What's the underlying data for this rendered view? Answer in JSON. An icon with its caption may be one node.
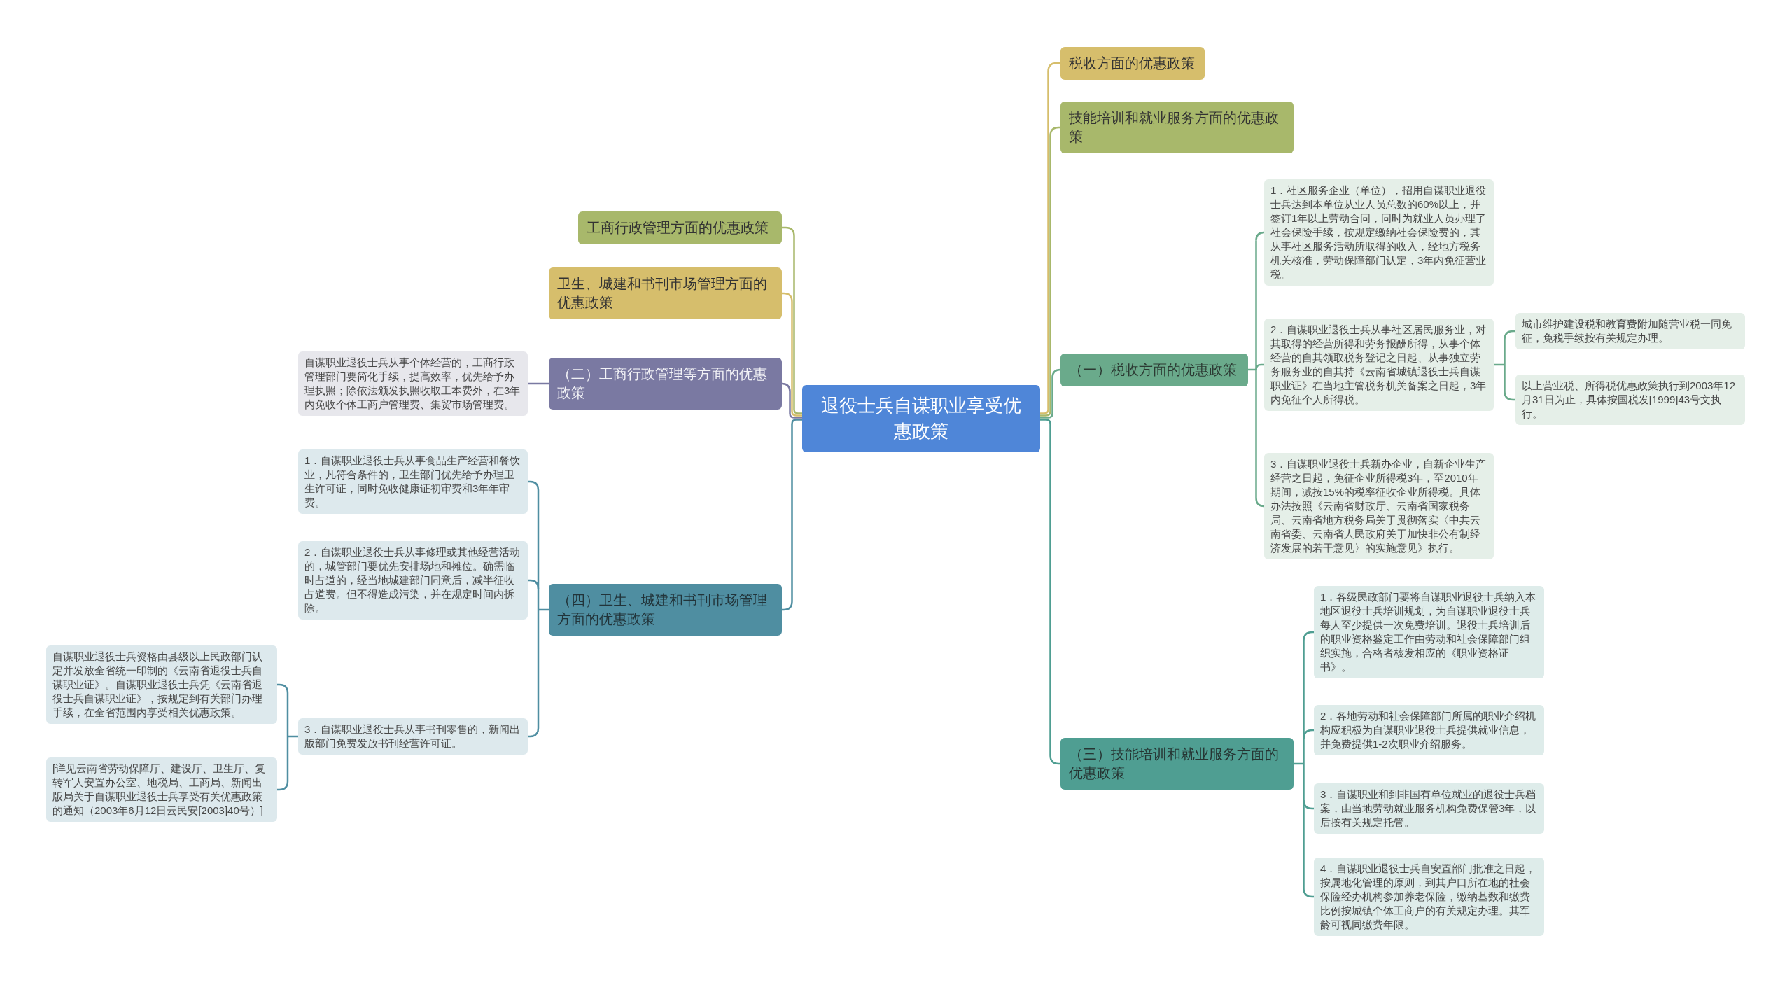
{
  "diagram": {
    "nodes": [
      {
        "text": [
          "退役士兵自谋职业享受优惠政策"
        ]
      },
      {
        "text": [
          "税收方面的优惠政策"
        ]
      },
      {
        "text": [
          "技能培训和就业服务方面的优惠政策"
        ]
      },
      {
        "text": [
          "（一）税收方面的优惠政策"
        ]
      },
      {
        "text": [
          "1．社区服务企业（单位），招用自谋职业退役士兵达到本单位从业人员总数的60%以上，并签订1年以上劳动合同，同时为就业人员办理了社会保险手续，按规定缴纳社会保险费的，其从事社区服务活动所取得的收入，经地方税务机关核准，劳动保障部门认定，3年内免征营业税。"
        ]
      },
      {
        "text": [
          "2．自谋职业退役士兵从事社区居民服务业，对其取得的经营所得和劳务报酬所得，从事个体经营的自其领取税务登记之日起、从事独立劳务服务业的自其持《云南省城镇退役士兵自谋职业证》在当地主管税务机关备案之日起，3年内免征个人所得税。"
        ]
      },
      {
        "text": [
          "城市维护建设税和教育费附加随营业税一同免征，免税手续按有关规定办理。"
        ]
      },
      {
        "text": [
          "以上营业税、所得税优惠政策执行到2003年12月31日为止，具体按国税发[1999]43号文执行。"
        ]
      },
      {
        "text": [
          "3．自谋职业退役士兵新办企业，自新企业生产经营之日起，免征企业所得税3年，至2010年期间，减按15%的税率征收企业所得税。具体办法按照《云南省财政厅、云南省国家税务局、云南省地方税务局关于贯彻落实〈中共云南省委、云南省人民政府关于加快非公有制经济发展的若干意见〉的实施意见》执行。"
        ]
      },
      {
        "text": [
          "（三）技能培训和就业服务方面的优惠政策"
        ]
      },
      {
        "text": [
          "1．各级民政部门要将自谋职业退役士兵纳入本地区退役士兵培训规划，为自谋职业退役士兵每人至少提供一次免费培训。退役士兵培训后的职业资格鉴定工作由劳动和社会保障部门组织实施，合格者核发相应的《职业资格证书》。"
        ]
      },
      {
        "text": [
          "2．各地劳动和社会保障部门所属的职业介绍机构应积极为自谋职业退役士兵提供就业信息，并免费提供1-2次职业介绍服务。"
        ]
      },
      {
        "text": [
          "3．自谋职业和到非国有单位就业的退役士兵档案，由当地劳动就业服务机构免费保管3年，以后按有关规定托管。"
        ]
      },
      {
        "text": [
          "4．自谋职业退役士兵自安置部门批准之日起，按属地化管理的原则，到其户口所在地的社会保险经办机构参加养老保险，缴纳基数和缴费比例按城镇个体工商户的有关规定办理。其军龄可视同缴费年限。"
        ]
      },
      {
        "text": [
          "工商行政管理方面的优惠政策"
        ]
      },
      {
        "text": [
          "卫生、城建和书刊市场管理方面的优惠政策"
        ]
      },
      {
        "text": [
          "（二）工商行政管理等方面的优惠政策"
        ]
      },
      {
        "text": [
          "自谋职业退役士兵从事个体经营的，工商行政管理部门要简化手续，提高效率，优先给予办理执照；除依法颁发执照收取工本费外，在3年内免收个体工商户管理费、集贸市场管理费。"
        ]
      },
      {
        "text": [
          "（四）卫生、城建和书刊市场管理方面的优惠政策"
        ]
      },
      {
        "text": [
          "1．自谋职业退役士兵从事食品生产经营和餐饮业，凡符合条件的，卫生部门优先给予办理卫生许可证，同时免收健康证初审费和3年年审费。"
        ]
      },
      {
        "text": [
          "2．自谋职业退役士兵从事修理或其他经营活动的，城管部门要优先安排场地和摊位。确需临时占道的，经当地城建部门同意后，减半征收占道费。但不得造成污染，并在规定时间内拆除。"
        ]
      },
      {
        "text": [
          "3．自谋职业退役士兵从事书刊零售的，新闻出版部门免费发放书刊经营许可证。"
        ]
      },
      {
        "text": [
          "自谋职业退役士兵资格由县级以上民政部门认定并发放全省统一印制的《云南省退役士兵自谋职业证》。自谋职业退役士兵凭《云南省退役士兵自谋职业证》，按规定到有关部门办理手续，在全省范围内享受相关优惠政策。"
        ]
      },
      {
        "text": [
          "[详见云南省劳动保障厅、建设厅、卫生厅、复转军人安置办公室、地税局、工商局、新闻出版局关于自谋职业退役士兵享受有关优惠政策的通知（2003年6月12日云民安[2003]40号）]"
        ]
      }
    ],
    "edges": [
      {
        "from": 0,
        "to": 1,
        "arrow": "none",
        "color": "#d6be6c"
      },
      {
        "from": 0,
        "to": 2,
        "arrow": "none",
        "color": "#a8b86b"
      },
      {
        "from": 0,
        "to": 3,
        "arrow": "none",
        "color": "#6aaa8b"
      },
      {
        "from": 3,
        "to": 4,
        "arrow": "none",
        "color": "#6aaa8b"
      },
      {
        "from": 3,
        "to": 5,
        "arrow": "none",
        "color": "#6aaa8b"
      },
      {
        "from": 5,
        "to": 6,
        "arrow": "none",
        "color": "#6aaa8b"
      },
      {
        "from": 5,
        "to": 7,
        "arrow": "none",
        "color": "#6aaa8b"
      },
      {
        "from": 3,
        "to": 8,
        "arrow": "none",
        "color": "#6aaa8b"
      },
      {
        "from": 0,
        "to": 9,
        "arrow": "none",
        "color": "#4f9e92"
      },
      {
        "from": 9,
        "to": 10,
        "arrow": "none",
        "color": "#4f9e92"
      },
      {
        "from": 9,
        "to": 11,
        "arrow": "none",
        "color": "#4f9e92"
      },
      {
        "from": 9,
        "to": 12,
        "arrow": "none",
        "color": "#4f9e92"
      },
      {
        "from": 9,
        "to": 13,
        "arrow": "none",
        "color": "#4f9e92"
      },
      {
        "from": 0,
        "to": 14,
        "arrow": "none",
        "color": "#a8b86b"
      },
      {
        "from": 0,
        "to": 15,
        "arrow": "none",
        "color": "#d6be6c"
      },
      {
        "from": 0,
        "to": 16,
        "arrow": "none",
        "color": "#7a79a2"
      },
      {
        "from": 16,
        "to": 17,
        "arrow": "none",
        "color": "#7a79a2"
      },
      {
        "from": 0,
        "to": 18,
        "arrow": "none",
        "color": "#4f8ea1"
      },
      {
        "from": 18,
        "to": 19,
        "arrow": "none",
        "color": "#4f8ea1"
      },
      {
        "from": 18,
        "to": 20,
        "arrow": "none",
        "color": "#4f8ea1"
      },
      {
        "from": 18,
        "to": 21,
        "arrow": "none",
        "color": "#4f8ea1"
      },
      {
        "from": 21,
        "to": 22,
        "arrow": "none",
        "color": "#4f8ea1"
      },
      {
        "from": 21,
        "to": 23,
        "arrow": "none",
        "color": "#4f8ea1"
      }
    ]
  }
}
